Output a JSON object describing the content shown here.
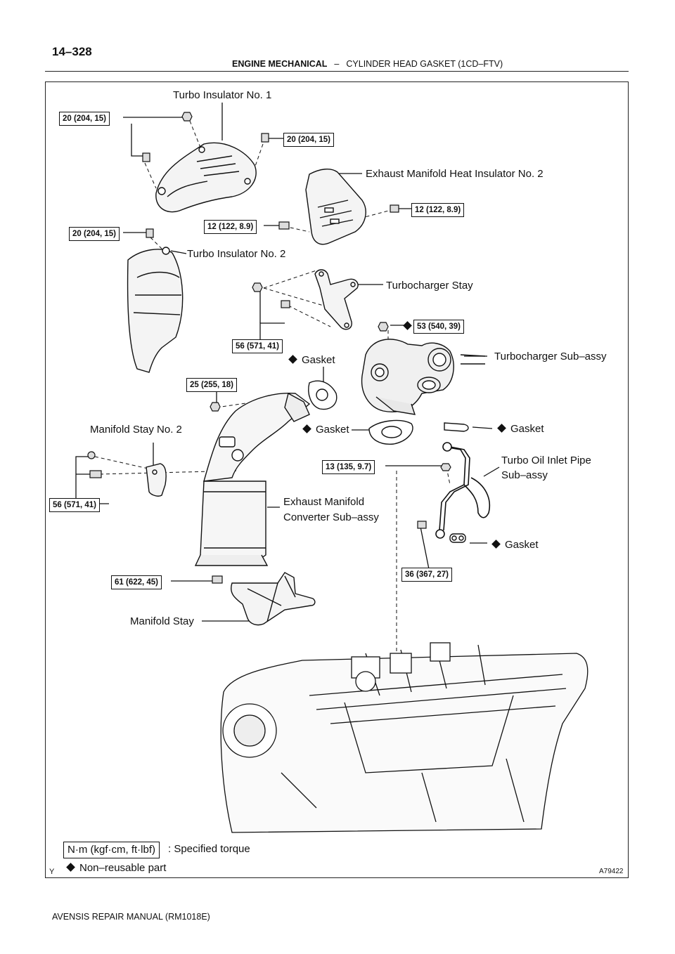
{
  "header": {
    "page_number": "14–328",
    "section": "ENGINE MECHANICAL",
    "separator": "–",
    "subsection": "CYLINDER HEAD GASKET (1CD–FTV)"
  },
  "torques": {
    "t1": "20 (204, 15)",
    "t2": "20 (204, 15)",
    "t3": "12 (122, 8.9)",
    "t4": "12 (122, 8.9)",
    "t5": "20 (204, 15)",
    "t6": "53 (540, 39)",
    "t7": "56 (571, 41)",
    "t8": "25 (255, 18)",
    "t9": "13 (135, 9.7)",
    "t10": "56 (571, 41)",
    "t11": "36 (367, 27)",
    "t12": "61 (622, 45)"
  },
  "labels": {
    "turbo_insulator_1": "Turbo Insulator No. 1",
    "exhaust_heat_insulator_2": "Exhaust Manifold Heat Insulator No. 2",
    "turbo_insulator_2": "Turbo Insulator No. 2",
    "turbocharger_stay": "Turbocharger Stay",
    "turbocharger_sub_assy": "Turbocharger Sub–assy",
    "gasket": "Gasket",
    "manifold_stay_2": "Manifold Stay No. 2",
    "turbo_oil_pipe_1": "Turbo Oil Inlet Pipe",
    "turbo_oil_pipe_2": "Sub–assy",
    "exhaust_converter_1": "Exhaust Manifold",
    "exhaust_converter_2": "Converter Sub–assy",
    "manifold_stay": "Manifold Stay"
  },
  "legend": {
    "unit": "N·m (kgf·cm, ft·lbf)",
    "unit_meaning": ": Specified torque",
    "non_reusable": "Non–reusable part"
  },
  "figure": {
    "y_mark": "Y",
    "id": "A79422"
  },
  "footer": {
    "manual": "AVENSIS REPAIR MANUAL   (RM1018E)"
  }
}
